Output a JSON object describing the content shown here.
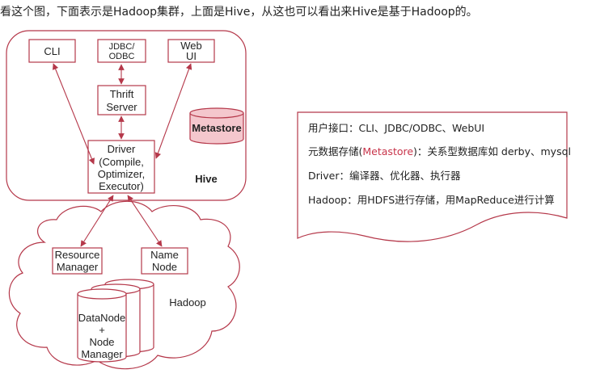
{
  "caption": "看这个图，下面表示是Hadoop集群，上面是Hive，从这也可以看出来Hive是基于Hadoop的。",
  "hive": {
    "label": "Hive",
    "cli": "CLI",
    "jdbc_line1": "JDBC/",
    "jdbc_line2": "ODBC",
    "web_line1": "Web",
    "web_line2": "UI",
    "thrift_line1": "Thrift",
    "thrift_line2": "Server",
    "metastore": "Metastore",
    "driver_line1": "Driver",
    "driver_line2": "(Compile,",
    "driver_line3": "Optimizer,",
    "driver_line4": "Executor)"
  },
  "hadoop": {
    "label": "Hadoop",
    "rm_line1": "Resource",
    "rm_line2": "Manager",
    "nn_line1": "Name",
    "nn_line2": "Node",
    "dn_line1": "DataNode",
    "dn_line2": "+",
    "dn_line3": "Node",
    "dn_line4": "Manager"
  },
  "notes": {
    "line1": "用户接口：CLI、JDBC/ODBC、WebUI",
    "line2_prefix": "元数据存储(",
    "line2_highlight": "Metastore",
    "line2_suffix": ")：关系型数据库如 derby、mysql",
    "line3": "Driver：编译器、优化器、执行器",
    "line4": "Hadoop：用HDFS进行存储，用MapReduce进行计算"
  },
  "colors": {
    "accent": "#b5384a",
    "metastore_fill": "#f4c7cd",
    "box_fill": "#ffffff",
    "highlight_text": "#c8344a"
  }
}
